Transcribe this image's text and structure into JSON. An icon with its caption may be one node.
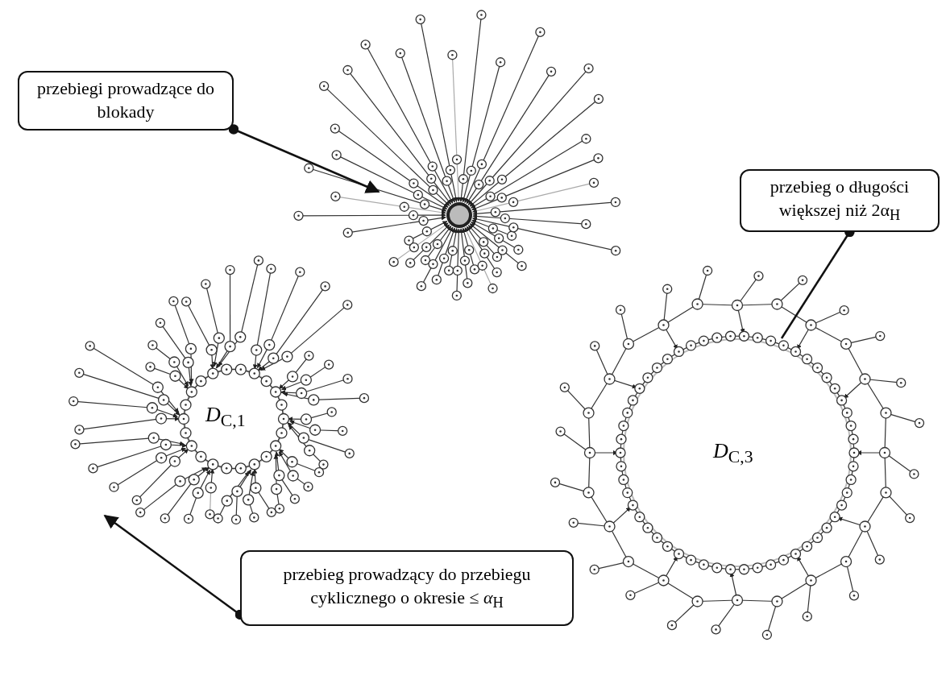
{
  "diagram": {
    "nodes": [
      {
        "text": [
          "przebiegi prowadzące do blokady"
        ]
      },
      {
        "text": [
          "przebieg o długości większej niż 2α$_{H}$"
        ]
      },
      {
        "text": [
          "przebieg prowadzący do przebiegu cyklicznego o okresie ≤ *α*$_{H}$"
        ]
      }
    ],
    "edges": [
      {
        "from": 0,
        "to": null,
        "arrow": "to"
      },
      {
        "from": 1,
        "to": null,
        "arrow": "other"
      },
      {
        "from": 2,
        "to": null,
        "arrow": "to"
      }
    ],
    "labels": [
      "*D*$_{C,1}$",
      "*D*$_{C,3}$"
    ]
  }
}
